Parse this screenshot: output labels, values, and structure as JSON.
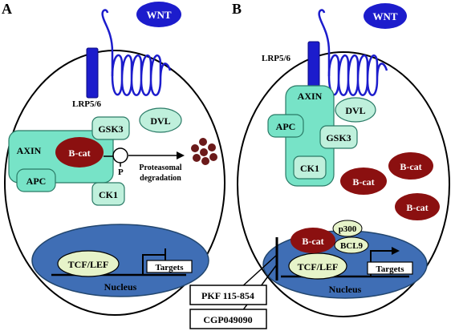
{
  "panels": {
    "a": {
      "panel_label": "A",
      "ligand": "WNT",
      "receptor": "LRP5/6",
      "complex": {
        "axin": "AXIN",
        "bcat": "B-cat",
        "apc": "APC"
      },
      "gsk3": "GSK3",
      "dvl": "DVL",
      "ck1": "CK1",
      "phospho": "P",
      "degradation_line1": "Proteasomal",
      "degradation_line2": "degradation",
      "nucleus": {
        "tcf": "TCF/LEF",
        "targets": "Targets",
        "label": "Nucleus"
      }
    },
    "b": {
      "panel_label": "B",
      "ligand": "WNT",
      "receptor": "LRP5/6",
      "axin": "AXIN",
      "dvl": "DVL",
      "apc": "APC",
      "gsk3": "GSK3",
      "ck1": "CK1",
      "bcat_free": [
        "B-cat",
        "B-cat",
        "B-cat"
      ],
      "nucleus": {
        "bcat": "B-cat",
        "p300": "p300",
        "bcl9": "BCL9",
        "tcf": "TCF/LEF",
        "targets": "Targets",
        "label": "Nucleus"
      },
      "inhibitors": [
        "PKF 115-854",
        "CGP049090"
      ]
    }
  },
  "colors": {
    "receptor_blue": "#1c1ccc",
    "axin_teal": "#77e3c7",
    "bcat_red": "#8b1010",
    "nucleus_blue": "#3f6eb5",
    "tcf_green": "#e6f3c9"
  }
}
